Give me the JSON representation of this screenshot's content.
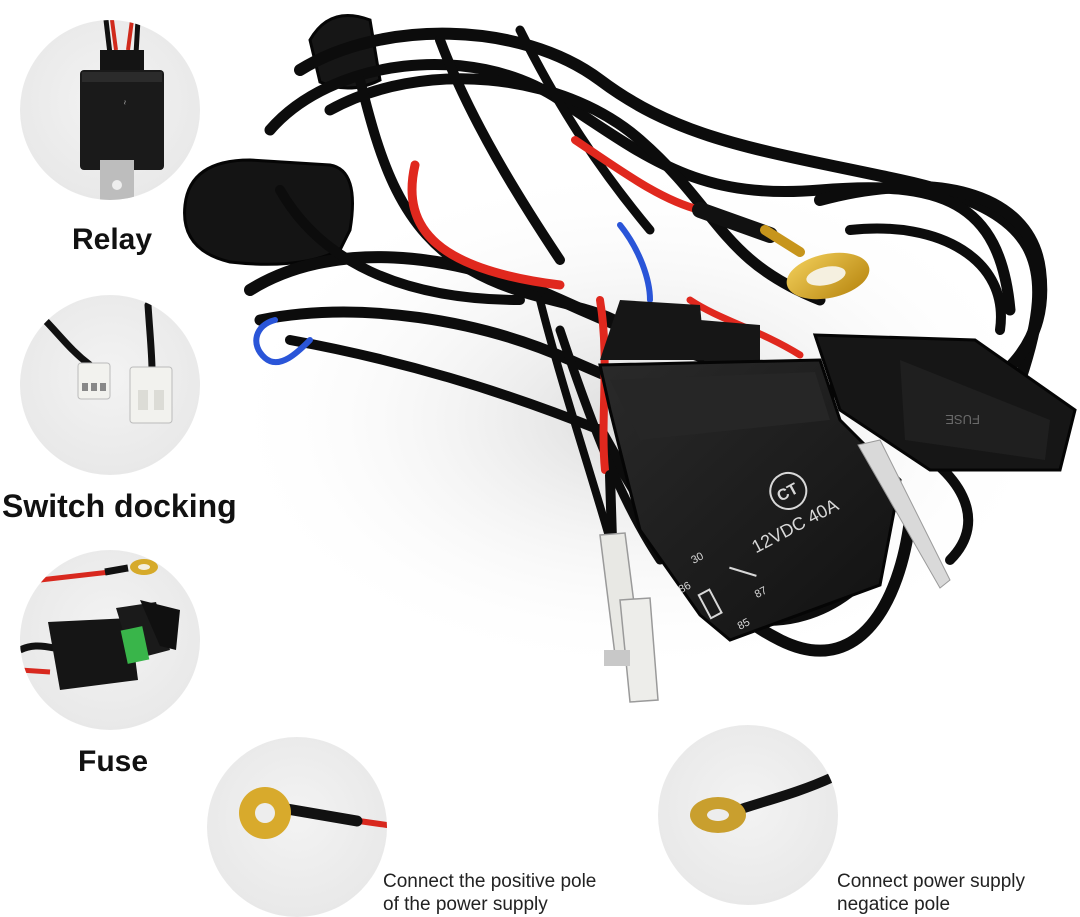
{
  "callouts": {
    "relay": {
      "label": "Relay"
    },
    "switch": {
      "label": "Switch docking"
    },
    "fuse": {
      "label": "Fuse"
    }
  },
  "captions": {
    "positive": {
      "line1": "Connect the positive pole",
      "line2": "of the power supply"
    },
    "negative": {
      "line1": "Connect power supply",
      "line2": "negatice pole"
    }
  },
  "relay_markings": {
    "brand": "CT",
    "rating": "12VDC 40A",
    "pin_30": "30",
    "pin_85": "85",
    "pin_86": "86",
    "pin_87": "87"
  },
  "fuse_marking": "FUSE",
  "colors": {
    "wire_black": "#0b0b0b",
    "wire_red": "#e0281e",
    "wire_blue": "#2a55d8",
    "ring_brass": "#d8a81e",
    "fuse_green": "#39b54a",
    "connector_white": "#f2f2ee",
    "circle_bg": "#ececec"
  }
}
